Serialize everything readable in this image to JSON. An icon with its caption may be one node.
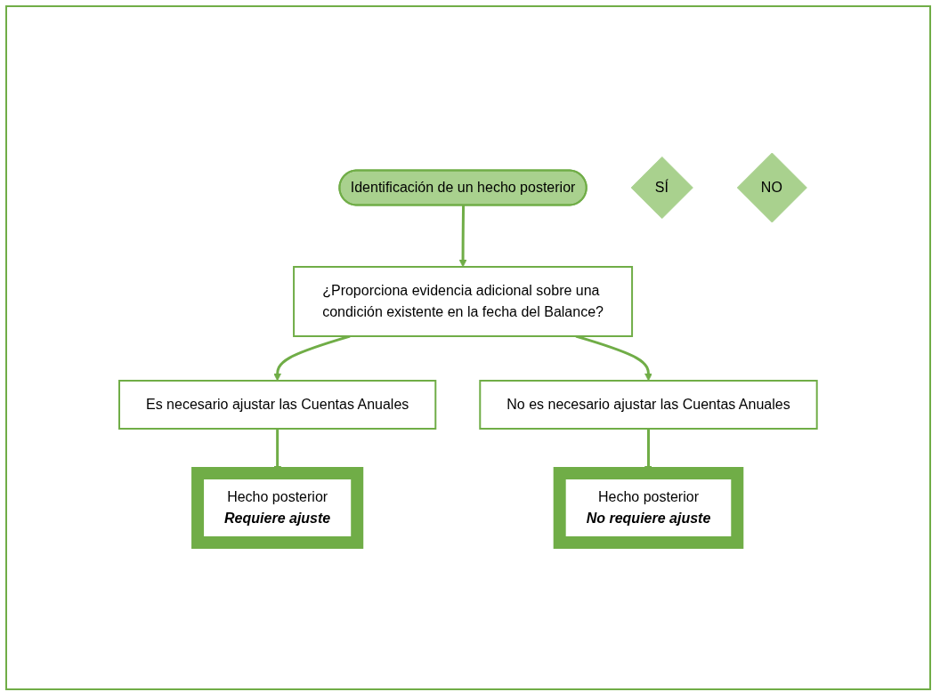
{
  "diagram": {
    "nodes": [
      {
        "text": [
          "Identificación de un hecho posterior"
        ]
      },
      {
        "text": [
          "¿Proporciona evidencia adicional sobre una condición existente en la fecha del Balance?"
        ]
      },
      {
        "text": [
          "SÍ"
        ]
      },
      {
        "text": [
          "Es necesario ajustar las Cuentas Anuales"
        ]
      },
      {
        "text": [
          "NO"
        ]
      },
      {
        "text": [
          "No es necesario ajustar las Cuentas Anuales"
        ]
      },
      {
        "text": [
          "Hecho posterior",
          "Requiere ajuste"
        ]
      },
      {
        "text": [
          "Hecho posterior",
          "No requiere ajuste"
        ]
      }
    ],
    "edges": [
      {
        "from": 0,
        "to": 1,
        "arrow": "to"
      },
      {
        "from": 1,
        "to": 3,
        "arrow": "to"
      },
      {
        "from": 1,
        "to": 5,
        "arrow": "to"
      },
      {
        "from": 3,
        "to": 6,
        "arrow": "to"
      },
      {
        "from": 5,
        "to": 7,
        "arrow": "to"
      }
    ]
  }
}
